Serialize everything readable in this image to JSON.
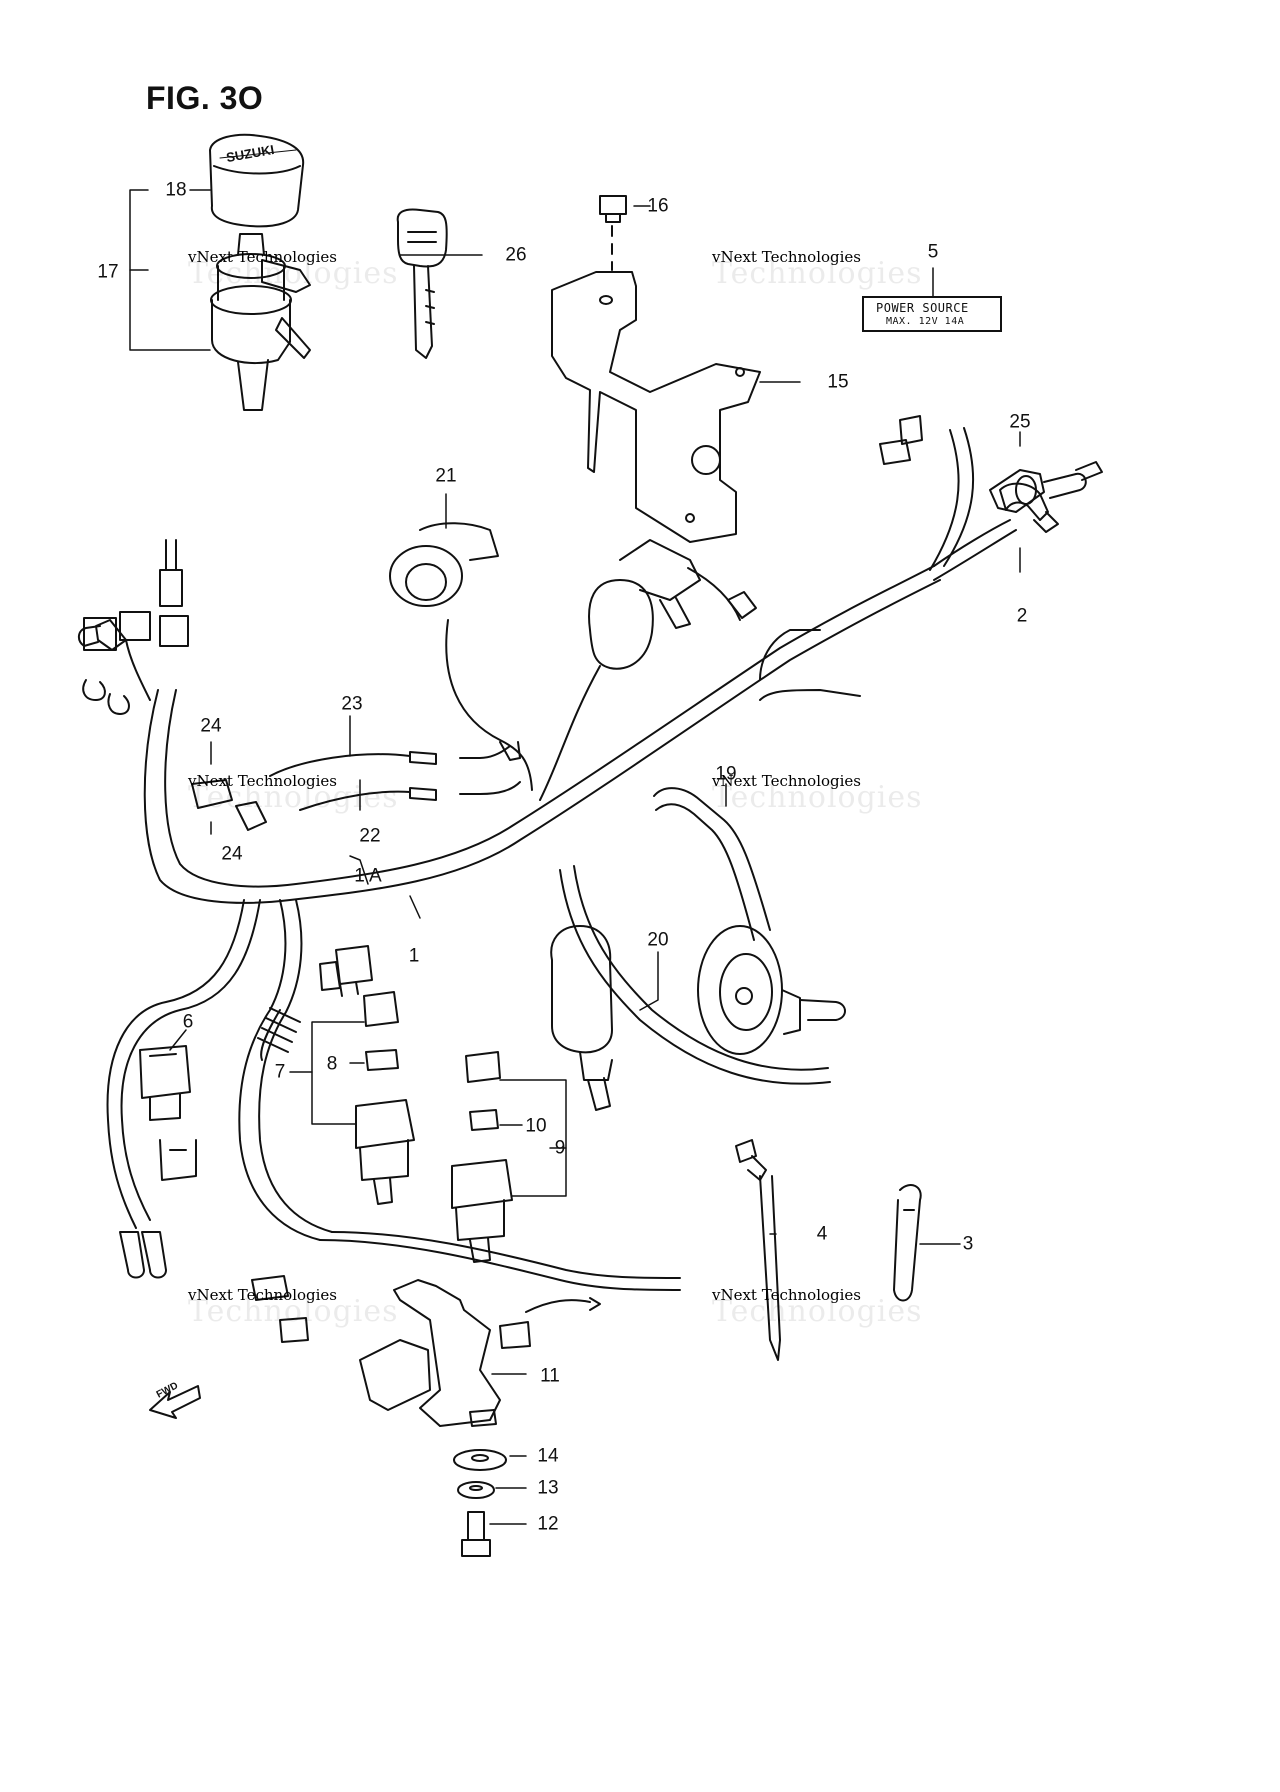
{
  "figure": {
    "title": "FIG. 3O"
  },
  "power_label": {
    "line1": "POWER SOURCE",
    "line2": "MAX. 12V 14A"
  },
  "brand_mark": "SUZUKI",
  "fwd_label": "FWD",
  "watermark": {
    "line1": "vNext Technologies",
    "line2": "Technologies"
  },
  "callouts": {
    "p1": "1",
    "p1a": "1 A",
    "p2": "2",
    "p3": "3",
    "p4": "4",
    "p5": "5",
    "p6": "6",
    "p7": "7",
    "p8": "8",
    "p9": "9",
    "p10": "10",
    "p11": "11",
    "p12": "12",
    "p13": "13",
    "p14": "14",
    "p15": "15",
    "p16": "16",
    "p17": "17",
    "p18": "18",
    "p19": "19",
    "p20": "20",
    "p21": "21",
    "p22": "22",
    "p23": "23",
    "p24a": "24",
    "p24b": "24",
    "p25": "25",
    "p26": "26"
  },
  "colors": {
    "ink": "#111111",
    "paper": "#ffffff"
  }
}
